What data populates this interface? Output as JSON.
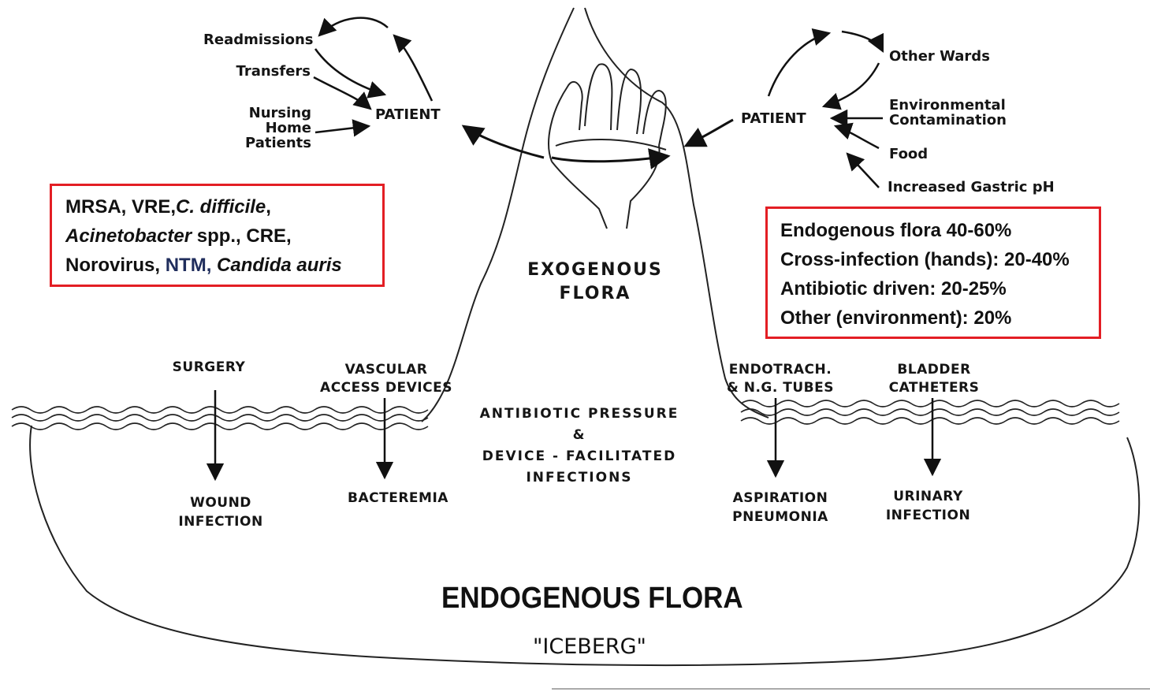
{
  "left_loop": {
    "sources": [
      "Readmissions",
      "Transfers"
    ],
    "nursing_home": [
      "Nursing",
      "Home",
      "Patients"
    ],
    "patient": "PATIENT"
  },
  "right_loop": {
    "other_wards": "Other Wards",
    "environmental": [
      "Environmental",
      "Contamination"
    ],
    "food": "Food",
    "gastric": "Increased Gastric pH",
    "patient": "PATIENT"
  },
  "exogenous": [
    "EXOGENOUS",
    "FLORA"
  ],
  "pressure": [
    "ANTIBIOTIC PRESSURE",
    "&",
    "DEVICE - FACILITATED",
    "INFECTIONS"
  ],
  "devices": [
    {
      "top": [
        "SURGERY"
      ],
      "bottom": [
        "WOUND",
        "INFECTION"
      ]
    },
    {
      "top": [
        "VASCULAR",
        "ACCESS DEVICES"
      ],
      "bottom": [
        "BACTEREMIA"
      ]
    },
    {
      "top": [
        "ENDOTRACH.",
        "& N.G. TUBES"
      ],
      "bottom": [
        "ASPIRATION",
        "PNEUMONIA"
      ]
    },
    {
      "top": [
        "BLADDER",
        "CATHETERS"
      ],
      "bottom": [
        "URINARY",
        "INFECTION"
      ]
    }
  ],
  "organisms_box": {
    "line1_a": "MRSA, VRE,",
    "line1_b": "C. difficile",
    "line1_c": ",",
    "line2_a": "Acinetobacter",
    "line2_b": " spp., CRE,",
    "line3_a": "Norovirus, ",
    "line3_b": "NTM",
    "line3_c": ", ",
    "line3_d": "Candida auris",
    "border_color": "#e31e24",
    "ntm_color": "#1f2d5c"
  },
  "stats_box": {
    "lines": [
      "Endogenous flora 40-60%",
      "Cross-infection (hands): 20-40%",
      "Antibiotic driven: 20-25%",
      "Other (environment): 20%"
    ],
    "border_color": "#e31e24"
  },
  "endogenous_title": "ENDOGENOUS FLORA",
  "iceberg": "\"ICEBERG\""
}
